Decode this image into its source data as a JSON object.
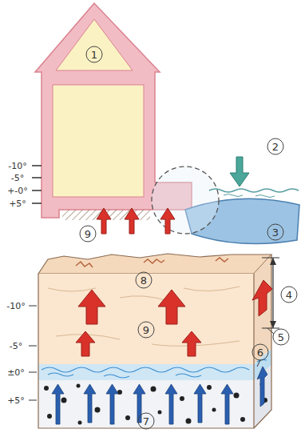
{
  "diagram": {
    "labels": [
      "1",
      "2",
      "-10°",
      "-5°",
      "+-0°",
      "+5°",
      "3",
      "9",
      "-10°",
      "4",
      "8",
      "-5°",
      "9",
      "5",
      "±0°",
      "6",
      "+5°",
      "7"
    ]
  }
}
